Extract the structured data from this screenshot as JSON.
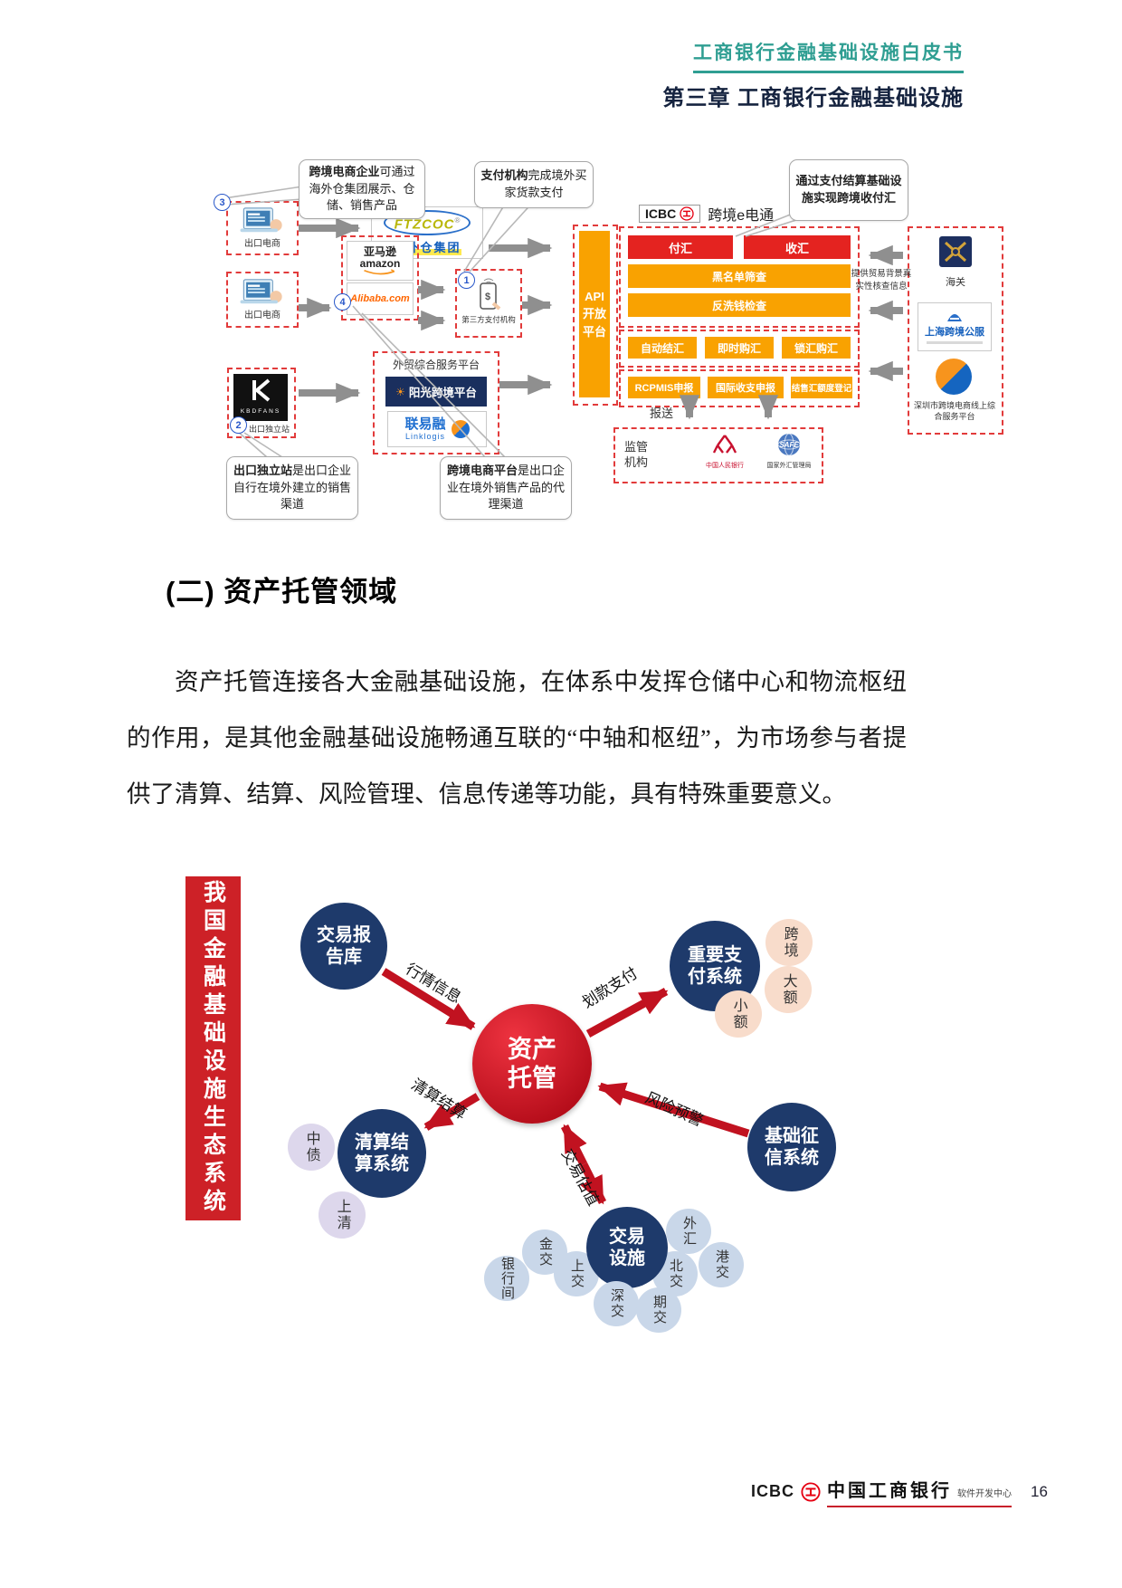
{
  "colors": {
    "teal": "#2f9e92",
    "navy_title": "#15233f",
    "dashed_red": "#e23b3b",
    "box_red": "#e42320",
    "orange": "#f9a201",
    "circle_navy": "#1e3a6b",
    "banner_red": "#cd2127",
    "center_red": "#c11220",
    "pink": "#f8dccb",
    "lavender": "#ddd7ec",
    "light_blue": "#c9d7e9",
    "arrow_gray": "#8f8f8f",
    "icbc_red": "#e60012"
  },
  "header": {
    "doc_title": "工商银行金融基础设施白皮书",
    "chapter_title": "第三章 工商银行金融基础设施"
  },
  "icons": {
    "dollar": "$",
    "sun": "☀"
  },
  "d1": {
    "callout_overseas": {
      "bold": "跨境电商企业",
      "rest": "可通过海外仓集团展示、仓储、销售产品"
    },
    "callout_payment": {
      "bold": "支付机构",
      "rest": "完成境外买家货款支付"
    },
    "callout_settlement": "通过支付结算基础设施实现跨境收付汇",
    "callout_indep": {
      "bold": "出口独立站",
      "rest": "是出口企业自行在境外建立的销售渠道"
    },
    "callout_platform": {
      "bold": "跨境电商平台",
      "rest": "是出口企业在境外销售产品的代理渠道"
    },
    "badges": {
      "one": "1",
      "two": "2",
      "three": "3",
      "four": "4"
    },
    "exporter1_label": "出口电商",
    "exporter2_label": "出口电商",
    "ftzcoc": {
      "name": "FTZCOC",
      "reg": "®",
      "sub": "海外仓集团"
    },
    "marketplace": {
      "amazon_cn": "亚马逊",
      "amazon_en": "amazon",
      "alibaba": "Alibaba.com"
    },
    "third_party": "第三方支付机构",
    "kbdfans": {
      "brand": "KBDFANS",
      "label": "出口独立站"
    },
    "trade_platform": {
      "title": "外贸综合服务平台",
      "sunshine": "阳光跨境平台",
      "linklogis_cn": "联易融",
      "linklogis_en": "Linklogis"
    },
    "ecbc": {
      "icbc": "ICBC",
      "product": "跨境e电通"
    },
    "api_platform": "API\n开放\n平台",
    "row1": {
      "pay_out": "付汇",
      "receive": "收汇",
      "blacklist": "黑名单筛查",
      "aml": "反洗钱检查"
    },
    "row2": {
      "auto_settle": "自动结汇",
      "instant_buy": "即时购汇",
      "locked_buy": "锁汇购汇"
    },
    "row3": {
      "rcpmis": "RCPMIS申报",
      "bop": "国际收支申报",
      "quota": "结售汇额度登记"
    },
    "baosong": "报送",
    "regulator": "监管\n机构",
    "pboc": "中国人民银行",
    "safe": {
      "logo": "SAFE",
      "caption": "国家外汇管理局"
    },
    "right": {
      "customs": "海关",
      "shanghai": "上海跨境公服",
      "shenzhen": "深圳市跨境电商线上综合服务平台",
      "verify": "提供贸易背景真实性核查信息"
    }
  },
  "section": {
    "heading": "(二) 资产托管领域",
    "paragraph": "资产托管连接各大金融基础设施，在体系中发挥仓储中心和物流枢纽的作用，是其他金融基础设施畅通互联的“中轴和枢纽”，为市场参与者提供了清算、结算、风险管理、信息传递等功能，具有特殊重要意义。"
  },
  "eco": {
    "banner": "我国金融基础设施生态系统",
    "center": "资产\n托管",
    "trade_repo": "交易报\n告库",
    "payment_sys": "重要支\n付系统",
    "clearing_sys": "清算结\n算系统",
    "credit_sys": "基础征\n信系统",
    "trading_fac": "交易\n设施",
    "sat": {
      "kuajing": "跨境",
      "dae": "大额",
      "xiaoe": "小额",
      "zhongzhai": "中债",
      "shangqing": "上清",
      "yinhangjian": "银行间",
      "jinjiao": "金交",
      "shangjiao": "上交",
      "shenjiao": "深交",
      "qijiao": "期交",
      "beijiao": "北交",
      "waihui": "外汇",
      "gangjiao": "港交"
    },
    "edges": {
      "market_info": "行情信息",
      "transfer_pay": "划款支付",
      "clearing": "清算结算",
      "risk_alert": "风险预警",
      "valuation": "交易估值"
    }
  },
  "footer": {
    "icbc": "ICBC",
    "bank": "中国工商银行",
    "dept": "软件开发中心",
    "page": "16"
  }
}
